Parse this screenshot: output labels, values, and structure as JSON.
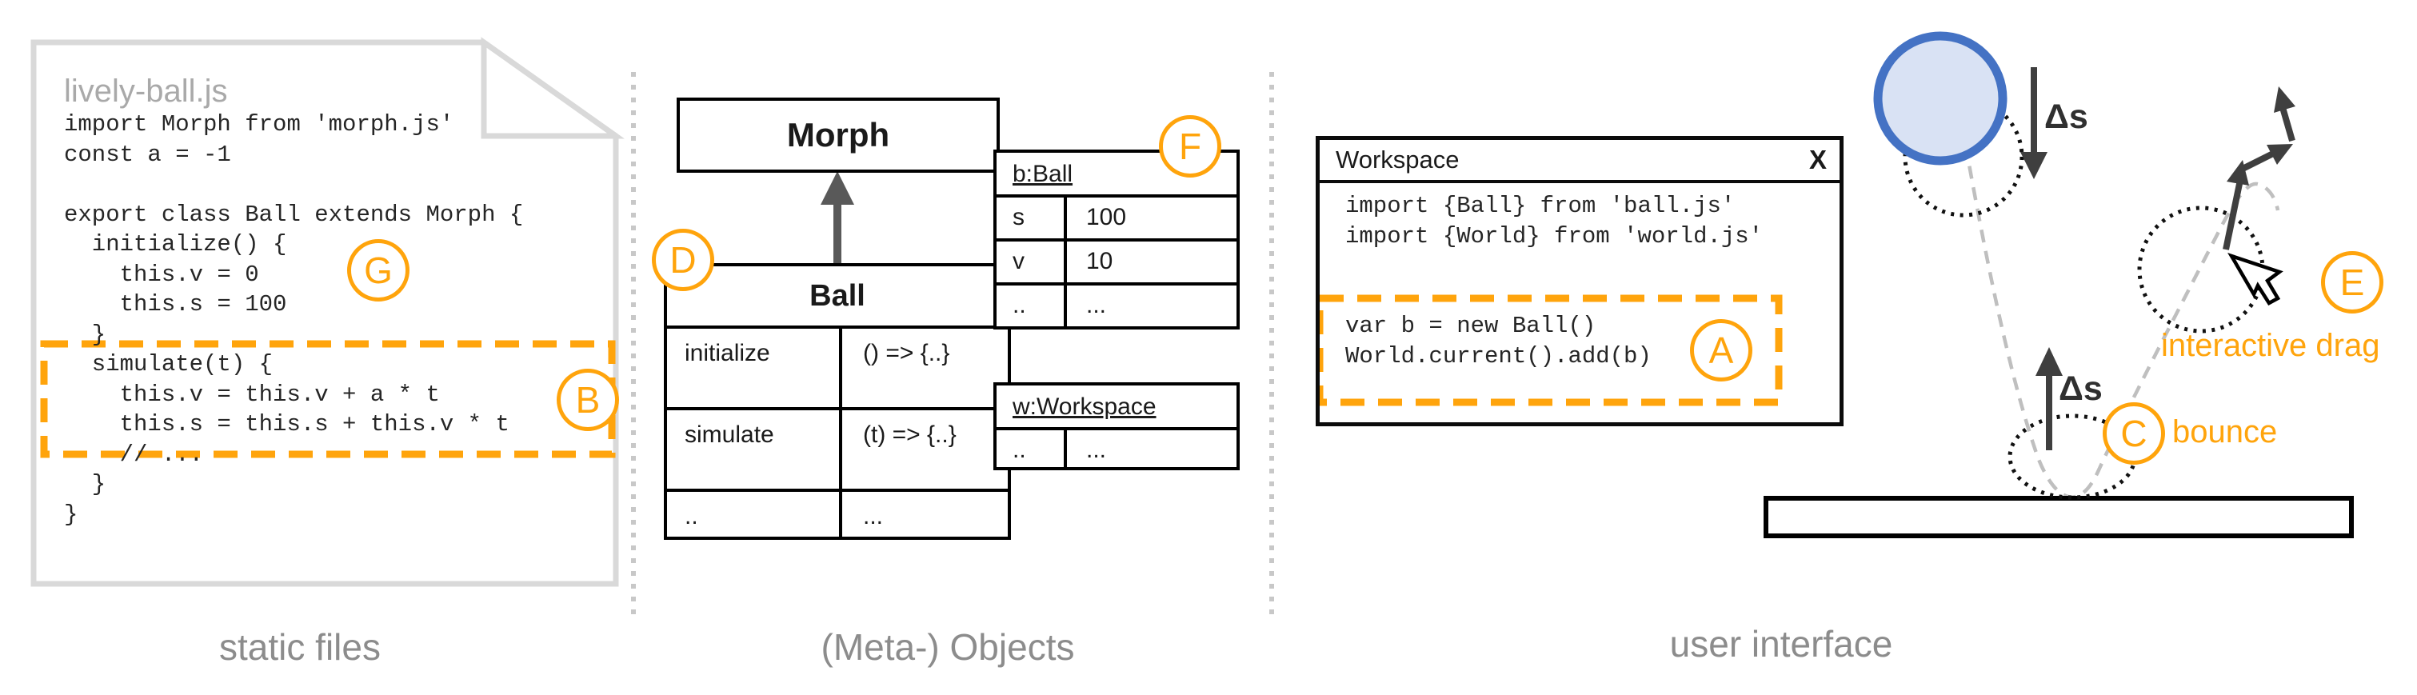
{
  "sections": {
    "static_files": {
      "label": "static files"
    },
    "meta_objects": {
      "label": "(Meta-) Objects"
    },
    "user_interface": {
      "label": "user interface"
    }
  },
  "file_card": {
    "filename": "lively-ball.js",
    "code_lines": [
      "import Morph from 'morph.js'",
      "const a = -1",
      "",
      "export class Ball extends Morph {",
      "  initialize() {",
      "    this.v = 0",
      "    this.s = 100",
      "  }",
      "  simulate(t) {",
      "    this.v = this.v + a * t",
      "    this.s = this.s + this.v * t",
      "    // ...",
      "  }",
      "}"
    ]
  },
  "class_diagram": {
    "superclass": "Morph",
    "class_name": "Ball",
    "methods": [
      {
        "name": "initialize",
        "value": "() => {..}"
      },
      {
        "name": "simulate",
        "value": "(t) => {..}"
      },
      {
        "name": "..",
        "value": "..."
      }
    ]
  },
  "object_tables": {
    "ball_instance": {
      "title": "b:Ball",
      "rows": [
        {
          "name": "s",
          "value": "100"
        },
        {
          "name": "v",
          "value": "10"
        },
        {
          "name": "..",
          "value": "..."
        }
      ]
    },
    "workspace_instance": {
      "title": "w:Workspace",
      "rows": [
        {
          "name": "..",
          "value": "..."
        }
      ]
    }
  },
  "workspace_window": {
    "title": "Workspace",
    "close_label": "X",
    "code_lines": [
      "import {Ball} from 'ball.js'",
      "import {World} from 'world.js'",
      "",
      "",
      "var b = new Ball()",
      "World.current().add(b)"
    ]
  },
  "annotations": {
    "a": "A",
    "b": "B",
    "c": "C",
    "d": "D",
    "e": "E",
    "f": "F",
    "g": "G",
    "bounce_label": "bounce",
    "drag_label": "interactive drag",
    "delta_down": "Δs",
    "delta_up": "Δs"
  },
  "colors": {
    "accent_orange": "#FFA40C",
    "ball_stroke": "#4472C4",
    "ball_fill": "#D9E2F4",
    "label_gray": "#8C8C8C"
  }
}
